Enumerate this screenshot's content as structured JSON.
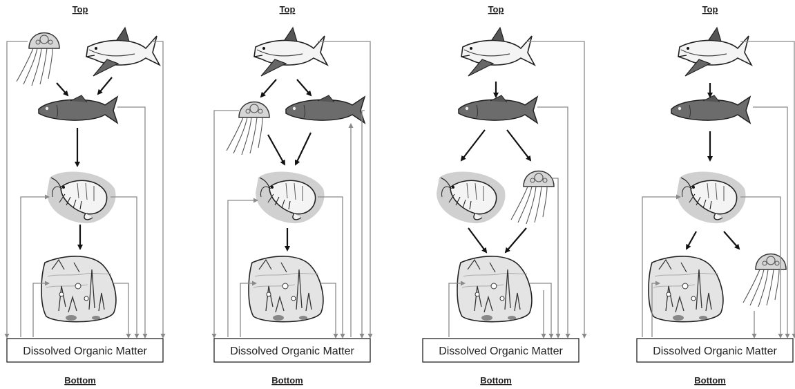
{
  "panels": [
    {
      "top_label": "Top",
      "bottom_label": "Bottom",
      "dom_label": "Dissolved Organic Matter"
    },
    {
      "top_label": "Top",
      "bottom_label": "Bottom",
      "dom_label": "Dissolved Organic Matter"
    },
    {
      "top_label": "Top",
      "bottom_label": "Bottom",
      "dom_label": "Dissolved Organic Matter"
    },
    {
      "top_label": "Top",
      "bottom_label": "Bottom",
      "dom_label": "Dissolved Organic Matter"
    }
  ],
  "organism_icons": [
    "jellyfish-icon",
    "shark-icon",
    "fish-icon",
    "shrimp-icon",
    "phytoplankton-icon"
  ],
  "colors": {
    "eat_arrow": "#111111",
    "flow_arrow": "#8a8a8a",
    "organism_fill": "#9a9a9a",
    "halo": "#d0d0d0"
  }
}
